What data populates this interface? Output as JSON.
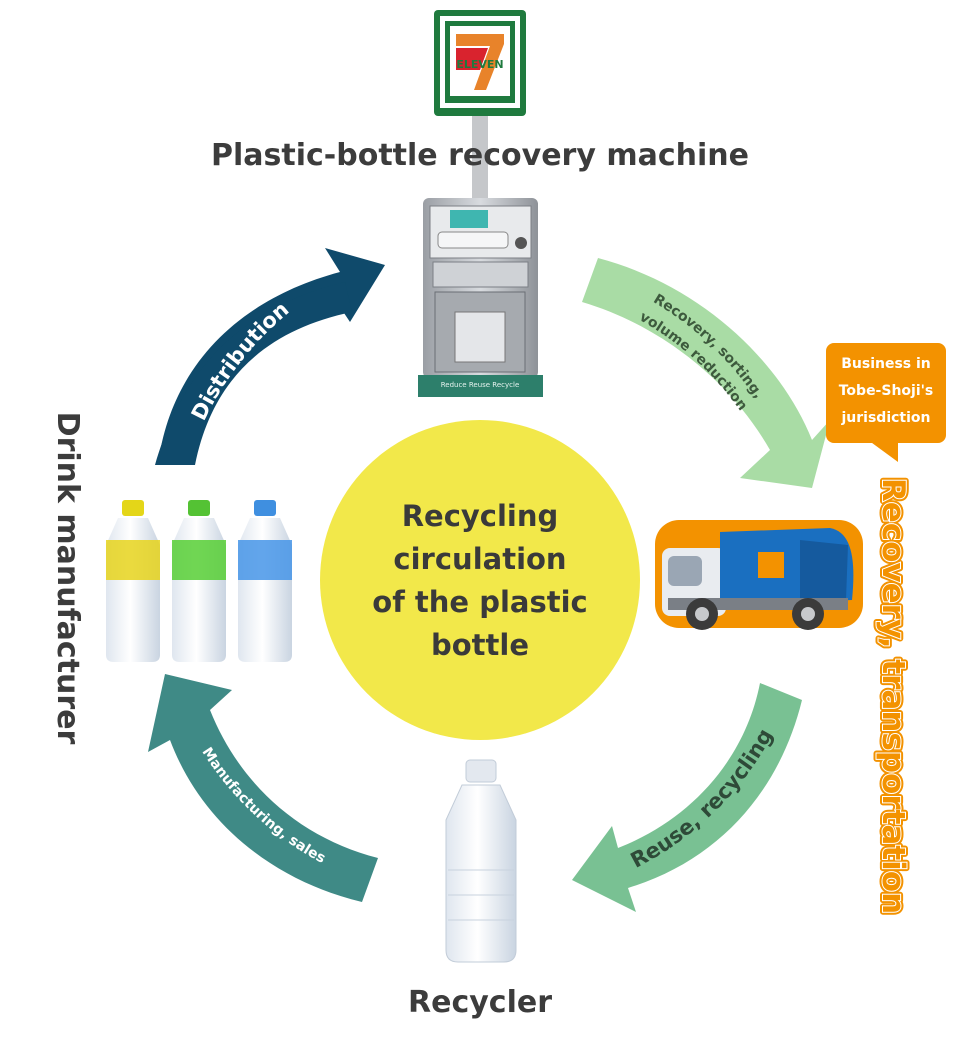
{
  "title_top": "Plastic-bottle recovery machine",
  "center_title": [
    "Recycling",
    "circulation",
    "of the plastic",
    "bottle"
  ],
  "label_left": "Drink manufacturer",
  "label_right": "Recovery, transportation",
  "label_bottom": "Recycler",
  "callout": [
    "Business in",
    "Tobe-Shoji's",
    "jurisdiction"
  ],
  "store_logo_text": "ELEVEN",
  "store_logo_numeral": "7",
  "machine_screen_text": "Reduce Reuse Recycle",
  "arrows": {
    "distribution": "Distribution",
    "recovery": [
      "Recovery, sorting,",
      "volume reduction"
    ],
    "reuse": "Reuse, recycling",
    "manufacturing": "Manufacturing, sales"
  },
  "colors": {
    "circle": "#f2e84a",
    "distribution_arrow": "#0f4a6b",
    "recovery_arrow": "#a9dca5",
    "reuse_arrow": "#79c193",
    "manufacturing_arrow": "#3f8a86",
    "orange": "#f39200",
    "truck_blue": "#1a6fc0"
  }
}
